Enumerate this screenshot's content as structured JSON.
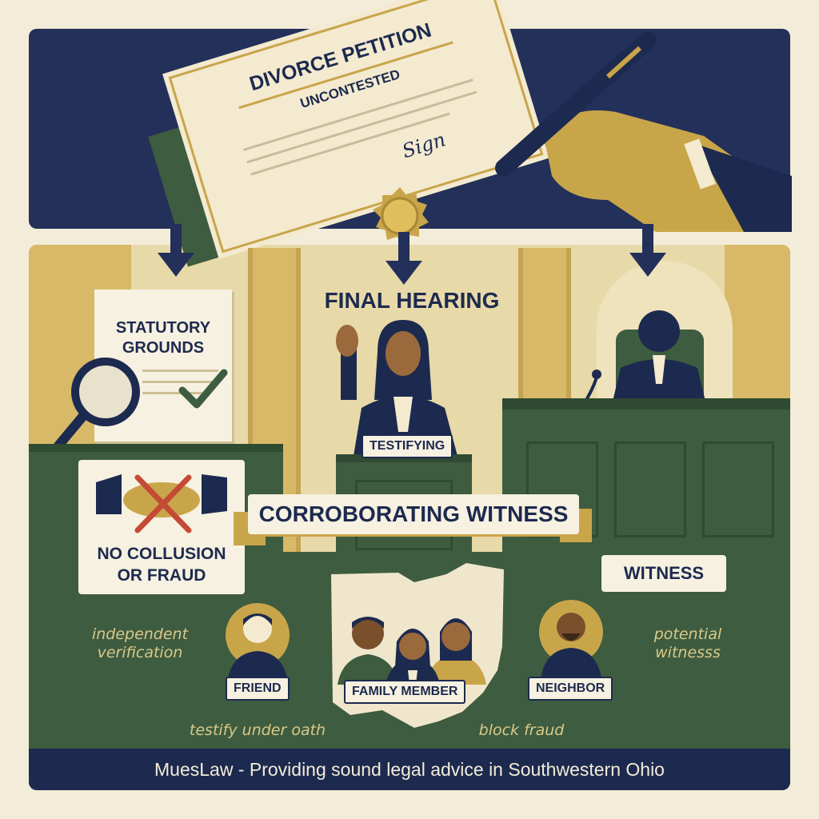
{
  "document": {
    "title": "DIVORCE PETITION",
    "subtitle": "UNCONTESTED",
    "signature": "Sign"
  },
  "hearing": {
    "title": "FINAL HEARING",
    "testifying_label": "TESTIFYING"
  },
  "requirements": {
    "statutory_grounds": "STATUTORY GROUNDS",
    "no_collusion": "NO COLLUSION OR FRAUD"
  },
  "corroborating_banner": "CORROBORATING WITNESS",
  "witness_label": "WITNESS",
  "witnesses": [
    {
      "label": "FRIEND"
    },
    {
      "label": "FAMILY MEMBER"
    },
    {
      "label": "NEIGHBOR"
    }
  ],
  "captions": {
    "independent": "independent verification",
    "potential": "potential witnesss",
    "oath": "testify under oath",
    "fraud": "block fraud"
  },
  "footer": "MuesLaw - Providing sound legal advice in Southwestern Ohio",
  "colors": {
    "navy": "#1d2a4f",
    "green": "#3b5a3c",
    "gold": "#c9a54a",
    "cream": "#f3ecd8"
  },
  "icons": [
    "magnifier-icon",
    "checkmark-icon",
    "handshake-icon",
    "pen-icon",
    "seal-icon",
    "arrow-down-icon"
  ]
}
